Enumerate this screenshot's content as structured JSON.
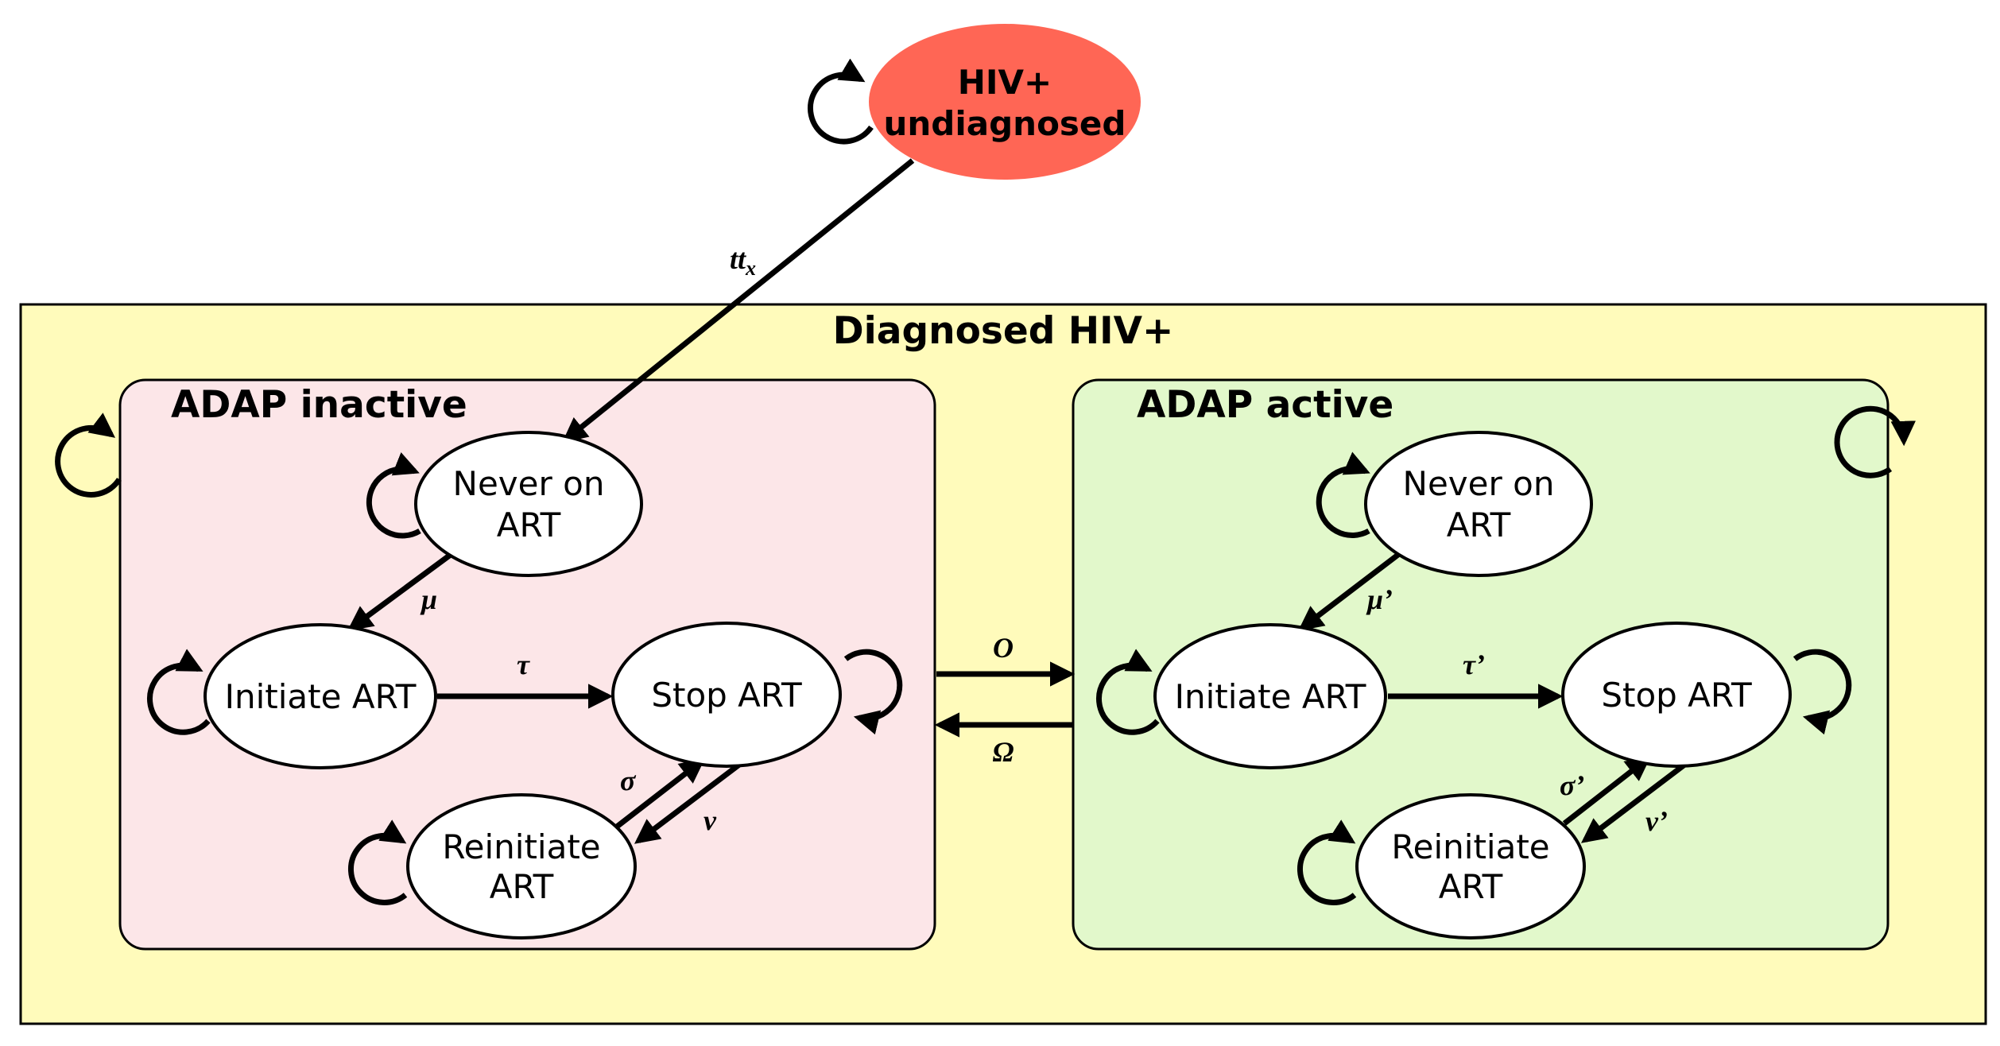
{
  "colors": {
    "undiagnosed_fill": "#FF6655",
    "diagnosed_fill": "#FFFBBB",
    "inactive_fill": "#FCE6E8",
    "active_fill": "#E2F8CB",
    "node_fill": "#FFFFFF",
    "stroke": "#000000"
  },
  "undiagnosed": {
    "line1": "HIV+",
    "line2": "undiagnosed"
  },
  "diagnosed": {
    "title": "Diagnosed HIV+"
  },
  "inactive": {
    "title": "ADAP inactive",
    "never": {
      "line1": "Never on",
      "line2": "ART"
    },
    "initiate": {
      "label": "Initiate ART"
    },
    "stop": {
      "label": "Stop ART"
    },
    "reinitiate": {
      "line1": "Reinitiate",
      "line2": "ART"
    },
    "rates": {
      "mu": "μ",
      "tau": "τ",
      "sigma": "σ",
      "nu": "ν"
    }
  },
  "active": {
    "title": "ADAP active",
    "never": {
      "line1": "Never on",
      "line2": "ART"
    },
    "initiate": {
      "label": "Initiate ART"
    },
    "stop": {
      "label": "Stop ART"
    },
    "reinitiate": {
      "line1": "Reinitiate",
      "line2": "ART"
    },
    "rates": {
      "mu": "μ’",
      "tau": "τ’",
      "sigma": "σ’",
      "nu": "ν’"
    }
  },
  "transitions": {
    "diagnosis": "tt",
    "diagnosis_sub": "x",
    "to_active": "O",
    "to_inactive": "Ω"
  }
}
